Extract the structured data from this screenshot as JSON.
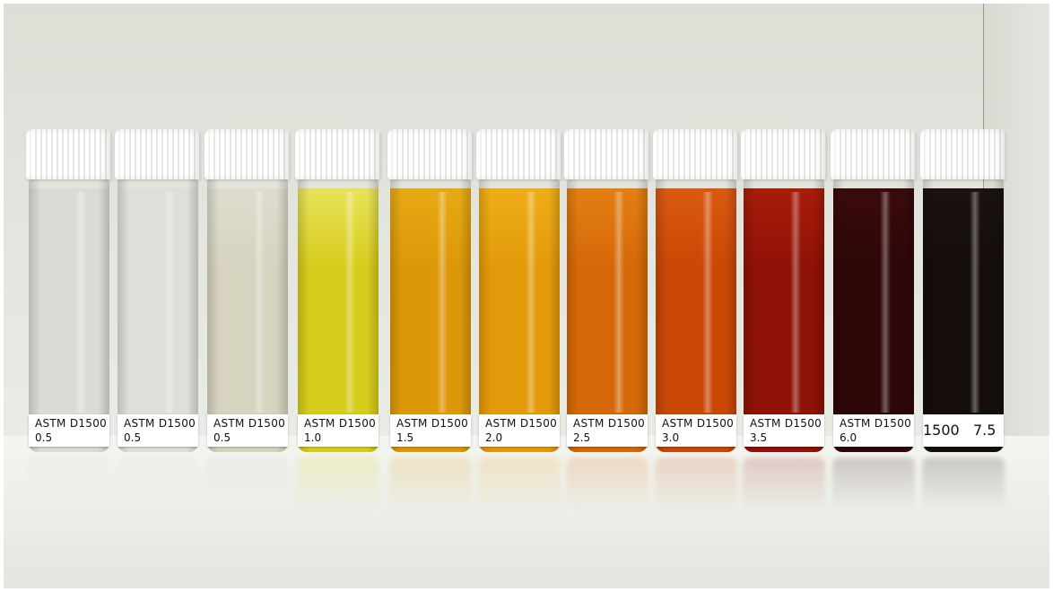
{
  "vials": [
    {
      "standard": "ASTM D1500",
      "value": "0.5",
      "liquid_color": "#d9dcd6",
      "liquid_top": "#d9dcd6"
    },
    {
      "standard": "ASTM D1500",
      "value": "0.5",
      "liquid_color": "#dedfd9",
      "liquid_top": "#dedfd9"
    },
    {
      "standard": "ASTM D1500",
      "value": "0.5",
      "liquid_color": "#d6d3bf",
      "liquid_top": "#dedccd"
    },
    {
      "standard": "ASTM D1500",
      "value": "1.0",
      "liquid_color": "#d6cc1c",
      "liquid_top": "#e8e35a"
    },
    {
      "standard": "ASTM D1500",
      "value": "1.5",
      "liquid_color": "#dc9808",
      "liquid_top": "#e7aa14"
    },
    {
      "standard": "ASTM D1500",
      "value": "2.0",
      "liquid_color": "#e39a0a",
      "liquid_top": "#eeae18"
    },
    {
      "standard": "ASTM D1500",
      "value": "2.5",
      "liquid_color": "#d56808",
      "liquid_top": "#e37f12"
    },
    {
      "standard": "ASTM D1500",
      "value": "3.0",
      "liquid_color": "#c94806",
      "liquid_top": "#d95a10"
    },
    {
      "standard": "ASTM D1500",
      "value": "3.5",
      "liquid_color": "#8f1206",
      "liquid_top": "#a81c0a"
    },
    {
      "standard": "ASTM D1500",
      "value": "6.0",
      "liquid_color": "#2e0708",
      "liquid_top": "#3a0a0b"
    },
    {
      "standard": "1500",
      "value": "7.5",
      "liquid_color": "#140d0b",
      "liquid_top": "#1c1210"
    }
  ]
}
